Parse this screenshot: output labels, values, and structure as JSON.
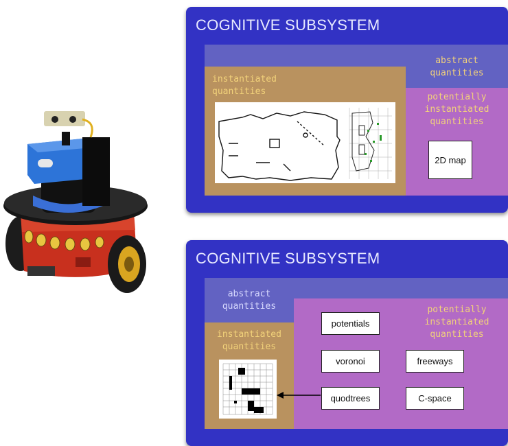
{
  "panel_top": {
    "title": "COGNITIVE SUBSYSTEM",
    "abstract_label": "abstract\nquantities",
    "instantiated_label": "instantiated\nquantities",
    "potential_label": "potentially\ninstantiated\nquantities",
    "map_box": "2D map"
  },
  "panel_bottom": {
    "title": "COGNITIVE SUBSYSTEM",
    "abstract_label": "abstract\nquantities",
    "instantiated_label": "instantiated\nquantities",
    "potential_label": "potentially\ninstantiated\nquantities",
    "items": [
      "potentials",
      "voronoi",
      "freeways",
      "quodtrees",
      "C-space"
    ]
  },
  "colors": {
    "panel_blue": "#3232c4",
    "band_blue": "#6262c2",
    "tan": "#b9925f",
    "purple": "#b26ac6",
    "label_gold": "#f2d27a"
  },
  "icons": [
    "robot-image",
    "floor-map-image",
    "grid-map-image",
    "arrow-icon"
  ]
}
